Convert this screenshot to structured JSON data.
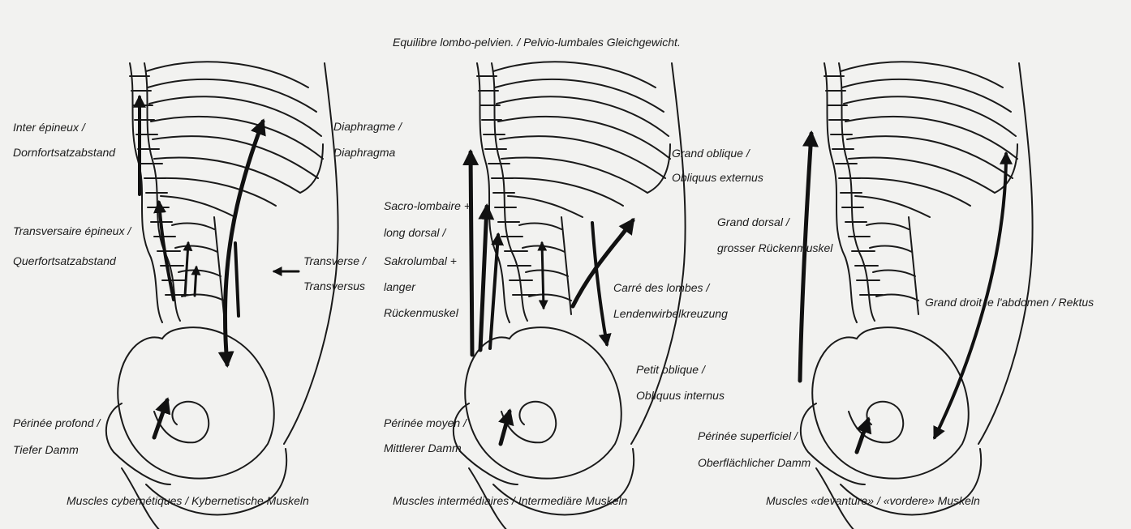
{
  "title": "Equilibre lombo-pelvien. / Pelvio-lumbales Gleichgewicht.",
  "panels": [
    {
      "caption": "Muscles cybernétiques / Kybernetische Muskeln",
      "labels": {
        "inter_epineux_1": "Inter épineux /",
        "inter_epineux_2": "Dornfortsatzabstand",
        "diaphragme_1": "Diaphragme /",
        "diaphragme_2": "Diaphragma",
        "transversaire_1": "Transversaire épineux /",
        "transversaire_2": "Querfortsatzabstand",
        "transverse_1": "Transverse /",
        "transverse_2": "Transversus",
        "perinee_1": "Périnée profond /",
        "perinee_2": "Tiefer Damm"
      }
    },
    {
      "caption": "Muscles intermédiaires / Intermediäre Muskeln",
      "labels": {
        "grand_oblique_1": "Grand oblique /",
        "grand_oblique_2": "Obliquus externus",
        "sacro_1": "Sacro-lombaire +",
        "sacro_2": "long dorsal /",
        "sacro_3": "Sakrolumbal +",
        "sacro_4": "langer",
        "sacro_5": "Rückenmuskel",
        "carre_1": "Carré des lombes /",
        "carre_2": "Lendenwirbelkreuzung",
        "petit_oblique_1": "Petit oblique /",
        "petit_oblique_2": "Obliquus internus",
        "perinee_1": "Périnée moyen /",
        "perinee_2": "Mittlerer Damm"
      }
    },
    {
      "caption": "Muscles «devanture» / «vordere» Muskeln",
      "labels": {
        "grand_dorsal_1": "Grand dorsal /",
        "grand_dorsal_2": "grosser Rückenmuskel",
        "grand_droit": "Grand droit le l'abdomen /  Rektus",
        "perinee_1": "Périnée superficiel /",
        "perinee_2": "Oberflächlicher Damm"
      }
    }
  ]
}
